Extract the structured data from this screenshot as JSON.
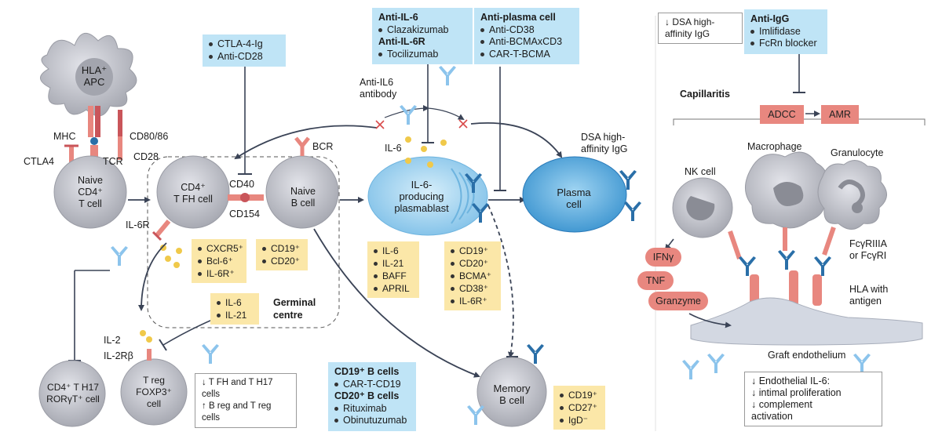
{
  "cells": {
    "apc": [
      "HLA⁺",
      "APC"
    ],
    "naive_cd4": [
      "Naive",
      "CD4⁺",
      "T cell"
    ],
    "cd4_tfh": [
      "CD4⁺",
      "T FH cell"
    ],
    "naive_b": [
      "Naive",
      "B cell"
    ],
    "plasmablast": [
      "IL-6-",
      "producing",
      "plasmablast"
    ],
    "plasma": [
      "Plasma",
      "cell"
    ],
    "th17": [
      "CD4⁺ T H17",
      "RORγT⁺ cell"
    ],
    "treg": [
      "T reg",
      "FOXP3⁺",
      "cell"
    ],
    "memory_b": [
      "Memory",
      "B cell"
    ],
    "nk": "NK cell",
    "macrophage": "Macrophage",
    "granulocyte": "Granulocyte"
  },
  "labels": {
    "mhc": "MHC",
    "ctla4": "CTLA4",
    "tcr": "TCR",
    "cd80": "CD80/86",
    "cd28": "CD28",
    "cd40": "CD40",
    "cd154": "CD154",
    "bcr": "BCR",
    "il6r": "IL-6R",
    "il6": "IL-6",
    "il2": "IL-2",
    "il2rb": "IL-2Rβ",
    "germinal": [
      "Germinal",
      "centre"
    ],
    "anti_il6_ab": [
      "Anti-IL6",
      "antibody"
    ],
    "dsa": [
      "DSA high-",
      "affinity IgG"
    ],
    "capillaritis": "Capillaritis",
    "fcg": [
      "FcγRIIIA",
      "or FcγRI"
    ],
    "hla_ag": [
      "HLA with",
      "antigen"
    ],
    "graft": "Graft endothelium"
  },
  "boxes": {
    "ctla4_ig": [
      "CTLA-4-Ig",
      "Anti-CD28"
    ],
    "anti_il6": {
      "title": "Anti-IL-6",
      "items": [
        "Clazakizumab"
      ],
      "title2": "Anti-IL-6R",
      "items2": [
        "Tocilizumab"
      ]
    },
    "anti_plasma": {
      "title": "Anti-plasma cell",
      "items": [
        "Anti-CD38",
        "Anti-BCMAxCD3",
        "CAR-T-BCMA"
      ]
    },
    "anti_igg": {
      "title": "Anti-IgG",
      "items": [
        "Imlifidase",
        "FcRn blocker"
      ]
    },
    "dsa_down": [
      "↓ DSA high-",
      "affinity IgG"
    ],
    "cd19_b": {
      "title": "CD19⁺ B cells",
      "items": [
        "CAR-T-CD19"
      ],
      "title2": "CD20⁺ B cells",
      "items2": [
        "Rituximab",
        "Obinutuzumab"
      ]
    },
    "tfh_markers": [
      "CXCR5⁺",
      "Bcl-6⁺",
      "IL-6R⁺"
    ],
    "b_markers": [
      "CD19⁺",
      "CD20⁺"
    ],
    "gc_cyto": [
      "IL-6",
      "IL-21"
    ],
    "pb_cyto": [
      "IL-6",
      "IL-21",
      "BAFF",
      "APRIL"
    ],
    "pb_markers": [
      "CD19⁺",
      "CD20⁺",
      "BCMA⁺",
      "CD38⁺",
      "IL-6R⁺"
    ],
    "mem_markers": [
      "CD19⁺",
      "CD27⁺",
      "IgD⁻"
    ],
    "th17_effect": [
      "↓ T FH and T H17 cells",
      "↑ B reg and T reg cells"
    ],
    "endo_effect": [
      "↓ Endothelial IL-6:",
      "↓ intimal proliferation",
      "↓ complement",
      "   activation"
    ]
  },
  "pills": {
    "adcc": "ADCC",
    "amr": "AMR",
    "ifng": "IFNγ",
    "tnf": "TNF",
    "granzyme": "Granzyme"
  },
  "colors": {
    "cell_gray": "#c9cbd3",
    "cell_dark": "#8a8c95",
    "plasma_blue": "#63b4e3",
    "pb_blue": "#9ed3f0",
    "receptor_red": "#e8877f",
    "ab_dark": "#2a6fa8",
    "ab_light": "#8cc4ec",
    "box_blue": "#bfe4f6",
    "box_yellow": "#fbe7a8",
    "pill_red": "#e8877f",
    "cytokine": "#f0c94a",
    "arrow": "#3a4356"
  }
}
